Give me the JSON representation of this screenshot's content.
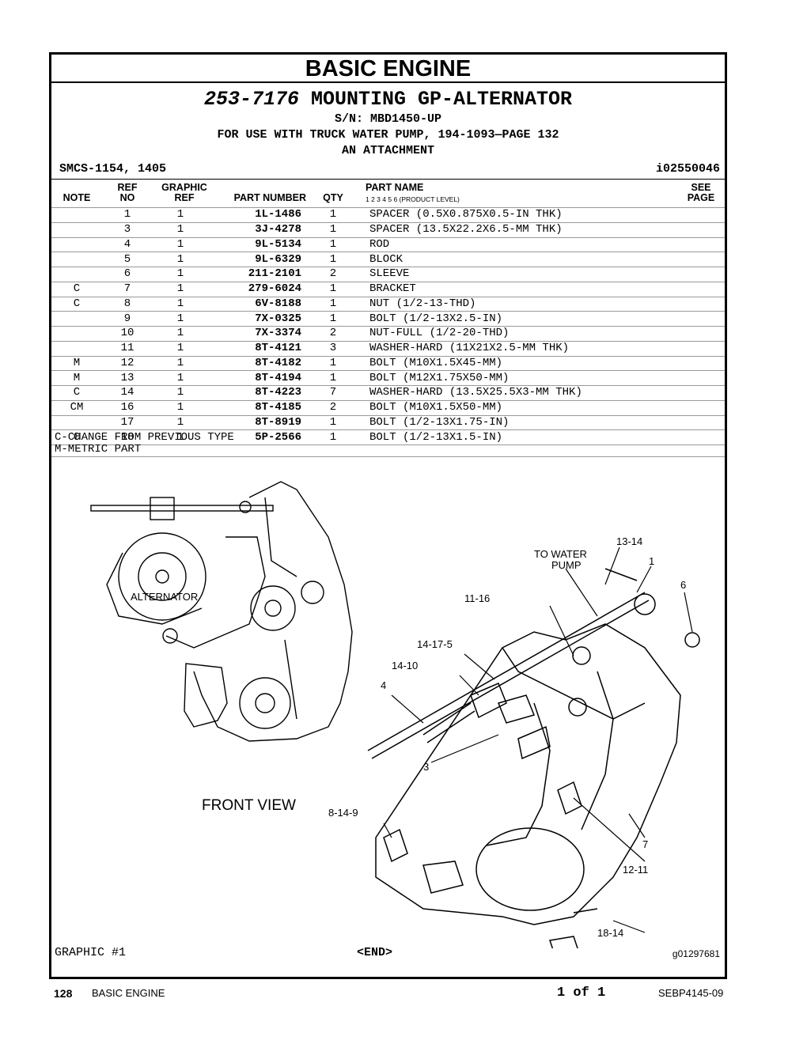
{
  "header": {
    "section_title": "BASIC ENGINE",
    "group_number": "253-7176",
    "group_name": "MOUNTING GP-ALTERNATOR",
    "serial": "S/N: MBD1450-UP",
    "usage": "FOR USE WITH TRUCK WATER PUMP, 194-1093—PAGE 132",
    "attachment": "AN ATTACHMENT",
    "smcs": "SMCS-1154, 1405",
    "illustration_id": "i02550046"
  },
  "columns": {
    "note": "NOTE",
    "ref_top": "REF",
    "ref_bottom": "NO",
    "graphic_top": "GRAPHIC",
    "graphic_bottom": "REF",
    "part_number": "PART NUMBER",
    "qty": "QTY",
    "part_name": "PART NAME",
    "levels": "1   2   3   4   5   6   (PRODUCT LEVEL)",
    "see_top": "SEE",
    "see_bottom": "PAGE"
  },
  "parts": [
    {
      "note": "",
      "ref": "1",
      "graphic": "1",
      "pn": "1L-1486",
      "qty": "1",
      "name": "SPACER (0.5X0.875X0.5-IN THK)"
    },
    {
      "note": "",
      "ref": "3",
      "graphic": "1",
      "pn": "3J-4278",
      "qty": "1",
      "name": "SPACER (13.5X22.2X6.5-MM THK)"
    },
    {
      "note": "",
      "ref": "4",
      "graphic": "1",
      "pn": "9L-5134",
      "qty": "1",
      "name": "ROD"
    },
    {
      "note": "",
      "ref": "5",
      "graphic": "1",
      "pn": "9L-6329",
      "qty": "1",
      "name": "BLOCK"
    },
    {
      "note": "",
      "ref": "6",
      "graphic": "1",
      "pn": "211-2101",
      "qty": "2",
      "name": "SLEEVE"
    },
    {
      "note": "C",
      "ref": "7",
      "graphic": "1",
      "pn": "279-6024",
      "qty": "1",
      "name": "BRACKET"
    },
    {
      "note": "C",
      "ref": "8",
      "graphic": "1",
      "pn": "6V-8188",
      "qty": "1",
      "name": "NUT (1/2-13-THD)"
    },
    {
      "note": "",
      "ref": "9",
      "graphic": "1",
      "pn": "7X-0325",
      "qty": "1",
      "name": "BOLT (1/2-13X2.5-IN)"
    },
    {
      "note": "",
      "ref": "10",
      "graphic": "1",
      "pn": "7X-3374",
      "qty": "2",
      "name": "NUT-FULL (1/2-20-THD)"
    },
    {
      "note": "",
      "ref": "11",
      "graphic": "1",
      "pn": "8T-4121",
      "qty": "3",
      "name": "WASHER-HARD (11X21X2.5-MM THK)"
    },
    {
      "note": "M",
      "ref": "12",
      "graphic": "1",
      "pn": "8T-4182",
      "qty": "1",
      "name": "BOLT (M10X1.5X45-MM)"
    },
    {
      "note": "M",
      "ref": "13",
      "graphic": "1",
      "pn": "8T-4194",
      "qty": "1",
      "name": "BOLT (M12X1.75X50-MM)"
    },
    {
      "note": "C",
      "ref": "14",
      "graphic": "1",
      "pn": "8T-4223",
      "qty": "7",
      "name": "WASHER-HARD (13.5X25.5X3-MM THK)"
    },
    {
      "note": "CM",
      "ref": "16",
      "graphic": "1",
      "pn": "8T-4185",
      "qty": "2",
      "name": "BOLT (M10X1.5X50-MM)"
    },
    {
      "note": "",
      "ref": "17",
      "graphic": "1",
      "pn": "8T-8919",
      "qty": "1",
      "name": "BOLT (1/2-13X1.75-IN)"
    },
    {
      "note": "C",
      "ref": "18",
      "graphic": "1",
      "pn": "5P-2566",
      "qty": "1",
      "name": "BOLT (1/2-13X1.5-IN)"
    }
  ],
  "notes": {
    "change": "C-CHANGE FROM PREVIOUS TYPE",
    "metric": "M-METRIC PART"
  },
  "illustration": {
    "alternator": "ALTERNATOR",
    "front_view": "FRONT VIEW",
    "to_water": "TO WATER",
    "pump": "PUMP",
    "callouts": {
      "c1314": "13-14",
      "c1": "1",
      "c6": "6",
      "c1116": "11-16",
      "c14175": "14-17-5",
      "c1410": "14-10",
      "c4": "4",
      "c3": "3",
      "c8149": "8-14-9",
      "c7": "7",
      "c1211": "12-11",
      "c1814": "18-14"
    }
  },
  "graphic_footer": {
    "graphic_no": "GRAPHIC #1",
    "end": "<END>",
    "graphic_id": "g01297681"
  },
  "page_footer": {
    "page_number": "128",
    "section": "BASIC ENGINE",
    "page_of": "1 of 1",
    "doc_id": "SEBP4145-09"
  }
}
